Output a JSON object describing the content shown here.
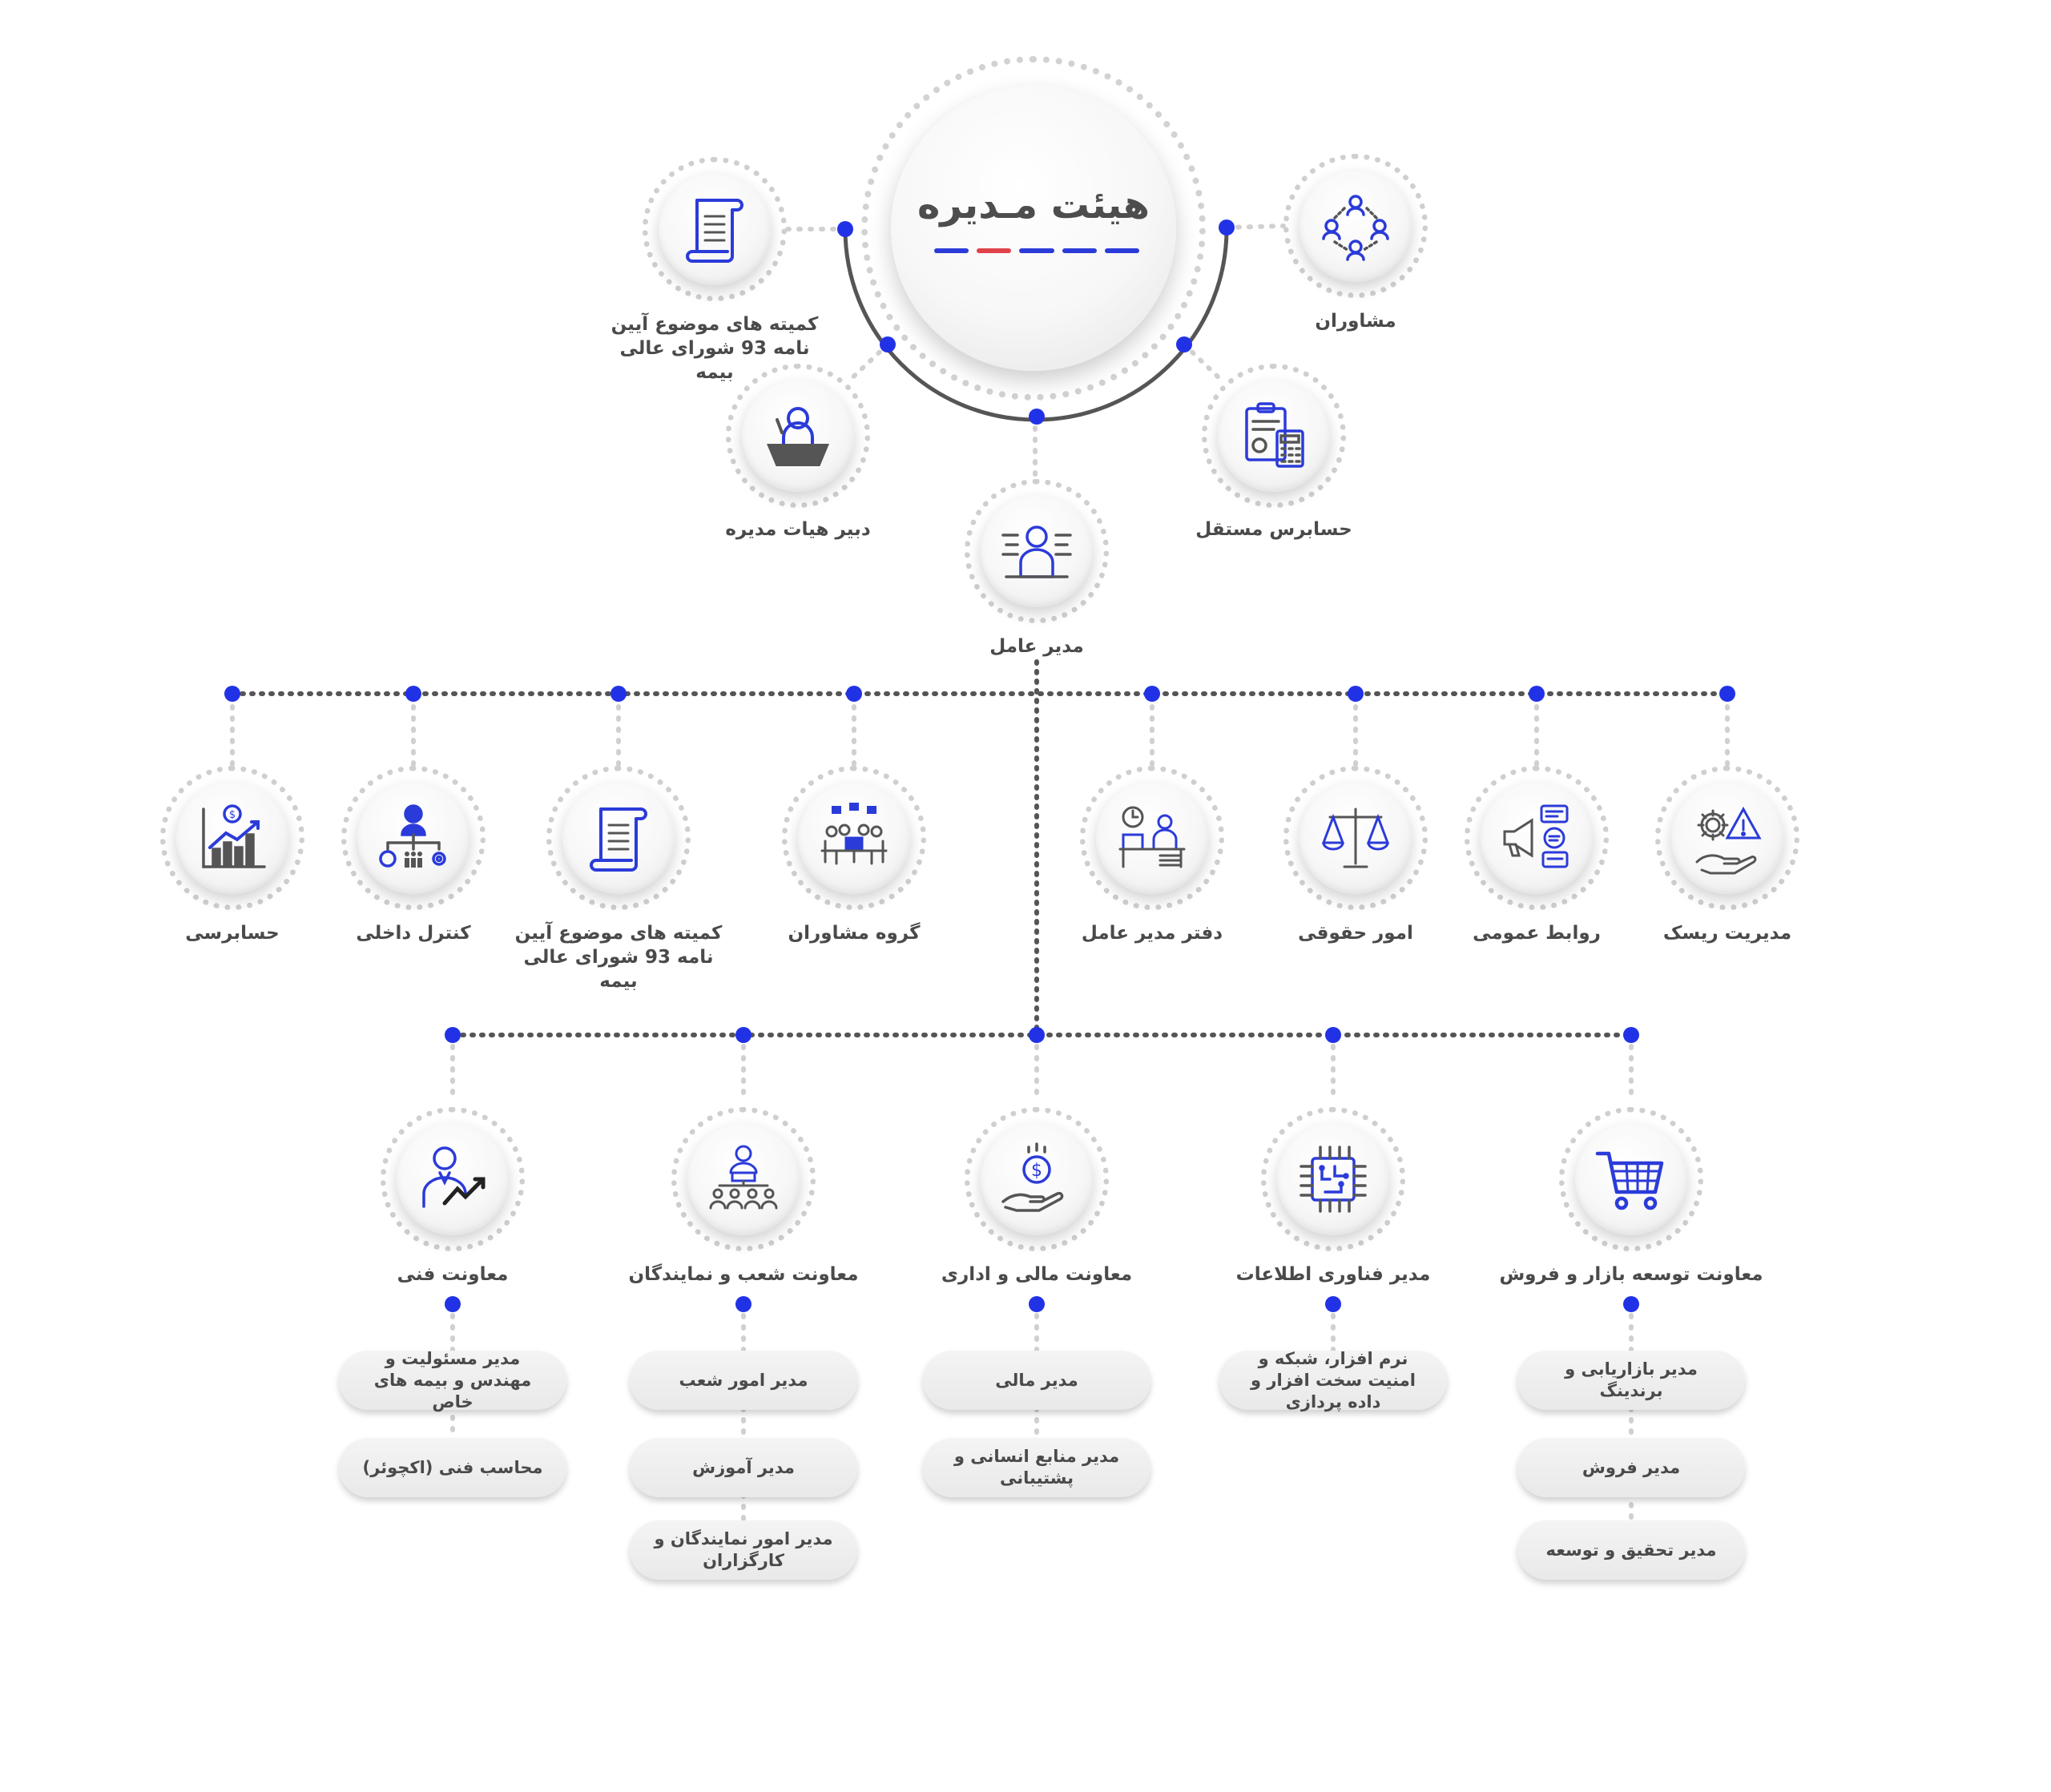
{
  "colors": {
    "accent": "#2132e6",
    "icon_blue": "#2b3bd9",
    "icon_gray": "#555555",
    "text": "#4a4a4a",
    "connector": "#555555",
    "dotted_light": "#cfcfcf"
  },
  "board": {
    "title": "هیئت مـدیره"
  },
  "top_nodes": {
    "committee": {
      "label": "کمیته های موضوع آیین نامه 93 شورای عالی بیمه",
      "icon": "document-scroll-icon"
    },
    "secretary": {
      "label": "دبیر هیات مدیره",
      "icon": "speaker-podium-icon"
    },
    "advisors": {
      "label": "مشاوران",
      "icon": "network-people-icon"
    },
    "auditor": {
      "label": "حسابرس مستقل",
      "icon": "clipboard-calculator-icon"
    },
    "ceo": {
      "label": "مدیر عامل",
      "icon": "manager-icon"
    }
  },
  "row2": [
    {
      "label": "حسابرسی",
      "icon": "growth-chart-icon"
    },
    {
      "label": "کنترل داخلی",
      "icon": "org-control-icon"
    },
    {
      "label": "کمیته های موضوع آیین نامه 93 شورای عالی بیمه",
      "icon": "document-scroll-icon"
    },
    {
      "label": "گروه مشاوران",
      "icon": "meeting-table-icon"
    },
    {
      "label": "دفتر مدیر عامل",
      "icon": "office-desk-icon"
    },
    {
      "label": "امور حقوقی",
      "icon": "scales-icon"
    },
    {
      "label": "روابط عمومی",
      "icon": "megaphone-icon"
    },
    {
      "label": "مدیریت ریسک",
      "icon": "gear-warning-icon"
    }
  ],
  "row3": [
    {
      "label": "معاونت فنی",
      "icon": "person-trend-icon",
      "subs": [
        "مدیر مسئولیت و مهندس و بیمه های خاص",
        "محاسب فنی (اکچوئر)"
      ]
    },
    {
      "label": "معاونت شعب و نمایندگان",
      "icon": "team-hierarchy-icon",
      "subs": [
        "مدیر امور شعب",
        "مدیر آموزش",
        "مدیر امور نمایندگان و کارگزاران"
      ]
    },
    {
      "label": "معاونت مالی و اداری",
      "icon": "dollar-hand-icon",
      "subs": [
        "مدیر مالی",
        "مدیر منابع انسانی و پشتیبانی"
      ]
    },
    {
      "label": "مدیر فناوری اطلاعات",
      "icon": "circuit-chip-icon",
      "subs": [
        "نرم افزار، شبکه و امنیت سخت افزار و داده پردازی"
      ]
    },
    {
      "label": "معاونت توسعه بازار و فروش",
      "icon": "shopping-cart-icon",
      "subs": [
        "مدیر بازاریابی و برندینگ",
        "مدیر فروش",
        "مدیر تحقیق و توسعه"
      ]
    }
  ]
}
